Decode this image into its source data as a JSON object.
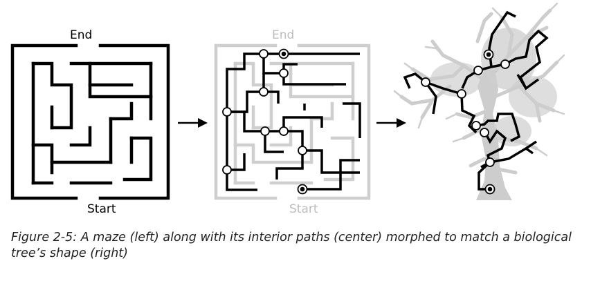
{
  "labels": {
    "left_end": "End",
    "left_start": "Start",
    "center_end": "End",
    "center_start": "Start"
  },
  "caption": "Figure 2-5: A maze (left) along with its interior paths (center) morphed to match a biological tree’s shape (right)",
  "colors": {
    "ink": "#000000",
    "faded_wall": "#cfcfcf",
    "faded_text": "#bdbdbd",
    "tree": "#cdcdcd",
    "node_fill": "#ffffff"
  },
  "icons": {
    "arrow_1": "right-arrow-icon",
    "arrow_2": "right-arrow-icon"
  }
}
